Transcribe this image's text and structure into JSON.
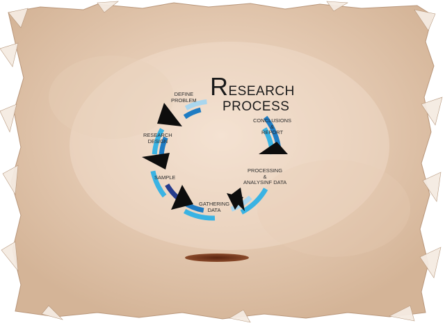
{
  "title": {
    "first_letter": "R",
    "line1_rest": "ESEARCH",
    "line2": "PROCESS"
  },
  "steps": [
    {
      "id": "define",
      "label": "DEFINE\nPROBLEM"
    },
    {
      "id": "conclusions",
      "label": "CONCLUSIONS\n&\nREPORT"
    },
    {
      "id": "processing",
      "label": "PROCESSING\n&\nANALYSINF DATA"
    },
    {
      "id": "gathering",
      "label": "GATHERING\nDATA"
    },
    {
      "id": "sample",
      "label": "SAMPLE"
    },
    {
      "id": "design",
      "label": "RESEARCH\nDESIGN"
    }
  ],
  "colors": {
    "parchment": "#dcbfa4",
    "parchment_light": "#efd9c6",
    "parchment_edge": "#c7a88c",
    "shadow": "#6e2c12",
    "light_blue": "#a9d6ee",
    "cyan": "#3ab3e3",
    "blue": "#1f7cc3",
    "navy": "#263c8c",
    "arrow": "#0d0d0d"
  }
}
